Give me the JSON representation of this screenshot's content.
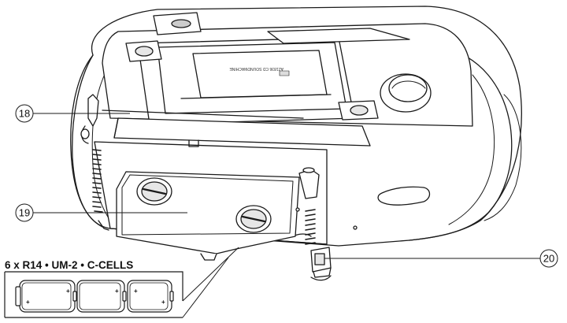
{
  "callouts": [
    {
      "number": "18",
      "target": "cord-compartment"
    },
    {
      "number": "19",
      "target": "battery-compartment"
    },
    {
      "number": "20",
      "target": "ac-power-socket"
    }
  ],
  "battery_panel": {
    "label": "6 x R14 • UM-2 • C-CELLS",
    "cells": [
      "cell-1",
      "cell-2",
      "cell-3"
    ],
    "polarity_mark": "+"
  },
  "device": {
    "lid_text": "AZ1836 CD SOUNDMACHINE"
  },
  "colors": {
    "line": "#1a1a1a",
    "body_fill": "#ffffff",
    "shade": "#e6e6e6"
  }
}
